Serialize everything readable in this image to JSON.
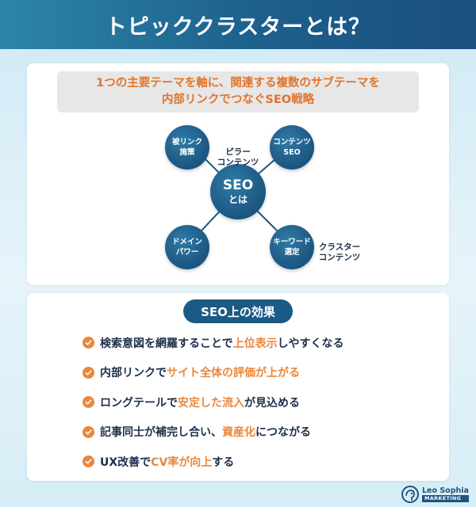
{
  "header": {
    "title": "トピッククラスターとは？"
  },
  "summary": {
    "line1": "1つの主要テーマを軸に、関連する複数のサブテーマを",
    "line2": "内部リンクでつなぐSEO戦略"
  },
  "diagram": {
    "center": {
      "line1": "SEO",
      "line2": "とは"
    },
    "nodes": [
      {
        "line1": "被リンク",
        "line2": "施策"
      },
      {
        "line1": "コンテンツ",
        "line2": "SEO"
      },
      {
        "line1": "ドメイン",
        "line2": "パワー"
      },
      {
        "line1": "キーワード",
        "line2": "選定"
      }
    ],
    "pillar_label": {
      "line1": "ピラー",
      "line2": "コンテンツ"
    },
    "cluster_label": {
      "line1": "クラスター",
      "line2": "コンテンツ"
    },
    "colors": {
      "node": "#1b5580",
      "line": "#1b5580"
    }
  },
  "effects": {
    "title": "SEO上の効果",
    "items": [
      {
        "pre": "検索意図を網羅することで",
        "hl": "上位表示",
        "post": "しやすくなる"
      },
      {
        "pre": "内部リンクで",
        "hl": "サイト全体の評価が上がる",
        "post": ""
      },
      {
        "pre": "ロングテールで",
        "hl": "安定した流入",
        "post": "が見込める"
      },
      {
        "pre": "記事同士が補完し合い、",
        "hl": "資産化",
        "post": "につながる"
      },
      {
        "pre": "UX改善で",
        "hl": "CV率が向上",
        "post": "する"
      }
    ]
  },
  "logo": {
    "name": "Leo Sophia",
    "sub": "MARKETING"
  },
  "colors": {
    "accent": "#e9873d",
    "primary": "#1b5580",
    "header_start": "#2c86a8",
    "header_end": "#1a4f7f"
  }
}
